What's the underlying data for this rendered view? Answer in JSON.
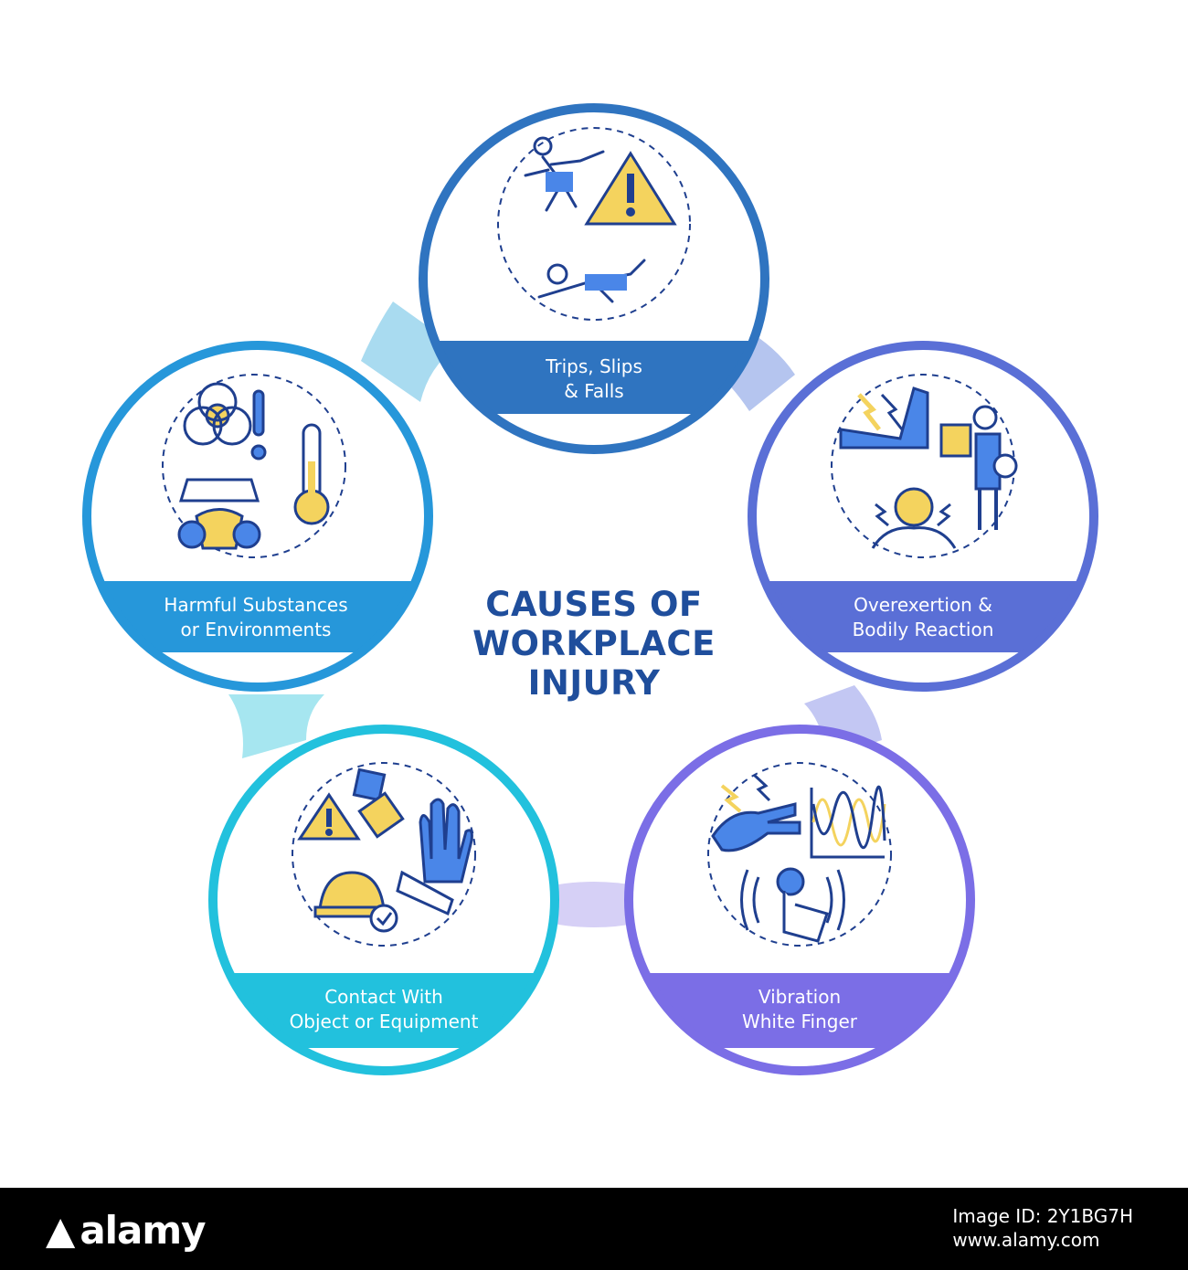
{
  "title": {
    "line1": "CAUSES OF",
    "line2": "WORKPLACE",
    "line3": "INJURY"
  },
  "causes": [
    {
      "line1": "Trips, Slips",
      "line2": "& Falls",
      "color": "#2f74c0"
    },
    {
      "line1": "Overexertion &",
      "line2": "Bodily Reaction",
      "color": "#5a6fd6"
    },
    {
      "line1": "Vibration",
      "line2": "White Finger",
      "color": "#7b6ee6"
    },
    {
      "line1": "Contact With",
      "line2": "Object or Equipment",
      "color": "#22c1dd"
    },
    {
      "line1": "Harmful Substances",
      "line2": "or Environments",
      "color": "#2697da"
    }
  ],
  "icons": {
    "trips": [
      "falling-person-icon",
      "warning-triangle-icon",
      "slipping-person-icon"
    ],
    "overexertion": [
      "arm-pain-icon",
      "person-carrying-box-icon",
      "neck-pain-icon"
    ],
    "vibration": [
      "hand-tremor-icon",
      "vibration-chart-icon",
      "touch-finger-icon"
    ],
    "contact": [
      "falling-boxes-icon",
      "warning-triangle-icon",
      "glove-icon",
      "hard-hat-icon",
      "safety-goggles-icon"
    ],
    "harmful": [
      "biohazard-icon",
      "exclamation-icon",
      "thermometer-icon",
      "respirator-mask-icon"
    ]
  },
  "palette": {
    "accent_yellow": "#f4d35e",
    "accent_blue": "#4a86e8",
    "outline": "#1f3f8f"
  },
  "footer": {
    "logo": "alamy",
    "image_id_label": "Image ID: 2Y1BG7H",
    "url": "www.alamy.com"
  }
}
